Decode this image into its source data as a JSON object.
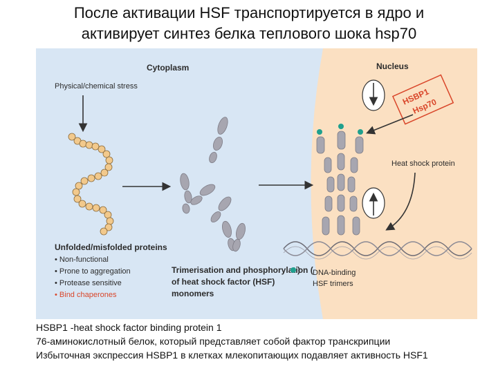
{
  "title": {
    "line1": "После активации HSF транспортируется в ядро и",
    "line2": "активирует синтез белка теплового шока hsp70"
  },
  "diagram": {
    "cytoplasm_label": "Cytoplasm",
    "nucleus_label": "Nucleus",
    "stress_label": "Physical/chemical stress",
    "hsbp1_label": "HSBP1",
    "hsp70_label": "Hsp70",
    "heat_shock_protein_label": "Heat shock protein",
    "unfolded_title": "Unfolded/misfolded proteins",
    "unfolded_items": [
      "• Non-functional",
      "• Prone to aggregation",
      "• Protease sensitive",
      "• Bind chaperones"
    ],
    "trimer_line1": "Trimerisation and phosphorylation (",
    "trimer_line2": "of heat shock factor (HSF)",
    "trimer_line3": "monomers",
    "dna_line1": "DNA-binding",
    "dna_line2": "HSF trimers",
    "colors": {
      "cytoplasm": "#d8e6f4",
      "nucleus": "#fbe0c2",
      "protein": "#a7a6b0",
      "bead": "#f2c98c",
      "phospho": "#1fa08e",
      "accent_red": "#d9462a"
    }
  },
  "caption": {
    "line1": "HSBP1 -heat shock factor binding protein 1",
    "line2": "76-аминокислотный белок, который представляет собой фактор транскрипции",
    "line3": "Избыточная экспрессия HSBP1 в клетках млекопитающих подавляет активность HSF1"
  }
}
